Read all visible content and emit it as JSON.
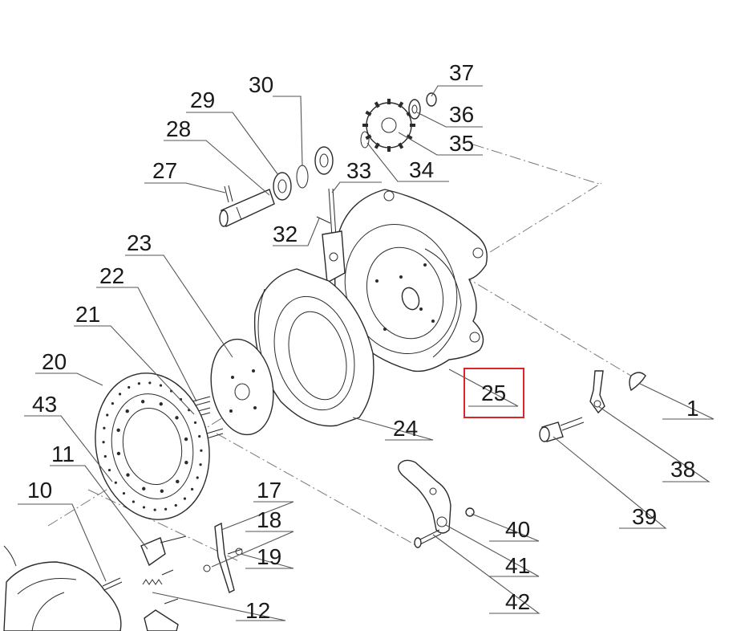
{
  "diagram": {
    "highlight_color": "#d9262c",
    "highlighted_label": "25",
    "labels": {
      "p1": "1",
      "p10": "10",
      "p11": "11",
      "p12": "12",
      "p17": "17",
      "p18": "18",
      "p19": "19",
      "p20": "20",
      "p21": "21",
      "p22": "22",
      "p23": "23",
      "p24": "24",
      "p25": "25",
      "p27": "27",
      "p28": "28",
      "p29": "29",
      "p30": "30",
      "p32": "32",
      "p33": "33",
      "p34": "34",
      "p35": "35",
      "p36": "36",
      "p37": "37",
      "p38": "38",
      "p39": "39",
      "p40": "40",
      "p41": "41",
      "p42": "42",
      "p43": "43"
    }
  }
}
